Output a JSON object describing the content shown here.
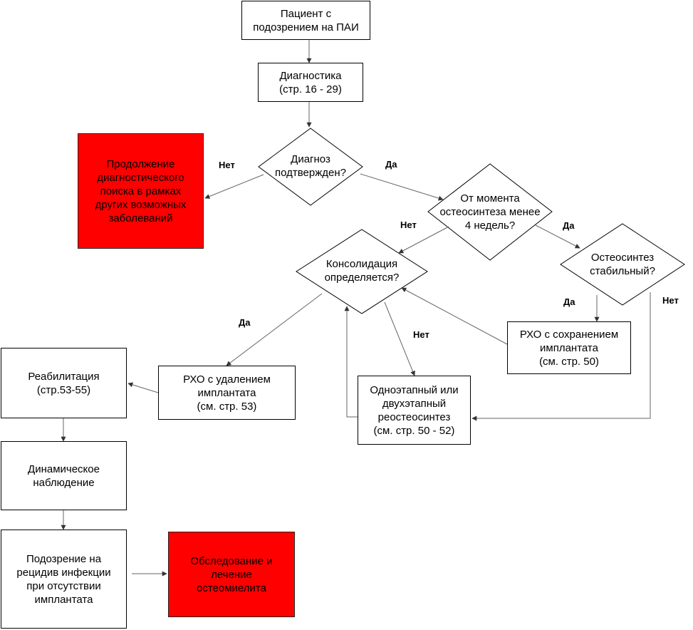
{
  "nodes": {
    "patient": "Пациент с\nподозрением на ПАИ",
    "diagnostics": "Диагностика\n(стр.  16 - 29)",
    "confirmed": "Диагноз\nподтвержден?",
    "continue_search": "Продолжение\nдиагностического\nпоиска в рамках\nдругих возможных\nзаболеваний",
    "since_osteo": "От момента\nостеосинтеза менее\n4 недель?",
    "consolidation": "Консолидация\nопределяется?",
    "osteo_stable": "Остеосинтез\nстабильный?",
    "rho_keep": "РХО с сохранением\nимплантата\n(см. стр.  50)",
    "rho_remove": "РХО с удалением\nимплантата\n(см. стр. 53)",
    "reosteo": "Одноэтапный или\nдвухэтапный\nреостеосинтез\n(см. стр. 50  - 52)",
    "rehab": "Реабилитация\n(стр.53-55)",
    "dynamic": "Динамическое\nнаблюдение",
    "relapse": "Подозрение на\nрецидив инфекции\nпри отсутствии\nимплантата",
    "exam": "Обследование и\nлечение\nостеомиелита"
  },
  "edge_labels": {
    "confirmed_no": "Нет",
    "confirmed_yes": "Да",
    "since_no": "Нет",
    "since_yes": "Да",
    "consolidation_yes": "Да",
    "consolidation_no": "Нет",
    "stable_yes": "Да",
    "stable_no": "Нет"
  },
  "colors": {
    "highlight": "#ff0000",
    "line": "#000000",
    "arrow": "#666666"
  }
}
